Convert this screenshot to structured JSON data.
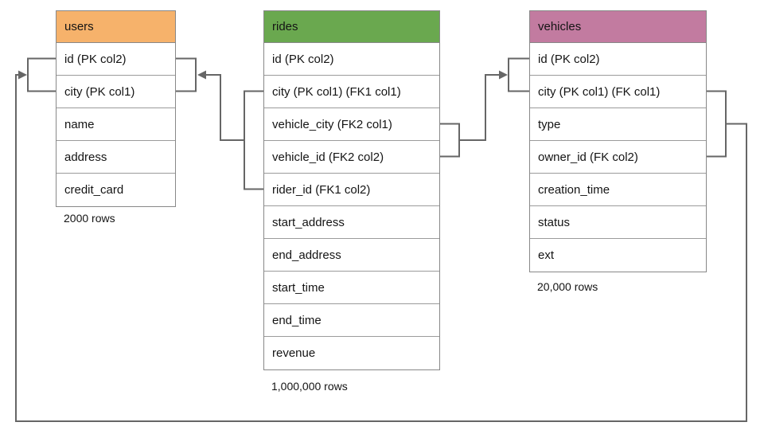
{
  "tables": [
    {
      "name": "users",
      "header_color": "#F6B26B",
      "columns": [
        "id (PK col2)",
        "city (PK col1)",
        "name",
        "address",
        "credit_card"
      ],
      "row_count_label": "2000 rows"
    },
    {
      "name": "rides",
      "header_color": "#6AA84F",
      "columns": [
        "id (PK col2)",
        "city (PK col1) (FK1 col1)",
        "vehicle_city (FK2 col1)",
        "vehicle_id (FK2 col2)",
        "rider_id (FK1 col2)",
        "start_address",
        "end_address",
        "start_time",
        "end_time",
        "revenue"
      ],
      "row_count_label": "1,000,000 rows"
    },
    {
      "name": "vehicles",
      "header_color": "#C27BA0",
      "columns": [
        "id (PK col2)",
        "city (PK col1) (FK col1)",
        "type",
        "owner_id (FK col2)",
        "creation_time",
        "status",
        "ext"
      ],
      "row_count_label": "20,000 rows"
    }
  ],
  "relationships": [
    {
      "name": "rides_fk1",
      "from": "rides (city, rider_id)",
      "to": "users (id, city)"
    },
    {
      "name": "rides_fk2",
      "from": "rides (vehicle_city, vehicle_id)",
      "to": "vehicles (id, city)"
    },
    {
      "name": "vehicles_fk",
      "from": "vehicles (city, owner_id)",
      "to": "users (id, city)"
    }
  ],
  "colors": {
    "connector": "#666666",
    "table_border": "#888888",
    "text": "#141414"
  }
}
